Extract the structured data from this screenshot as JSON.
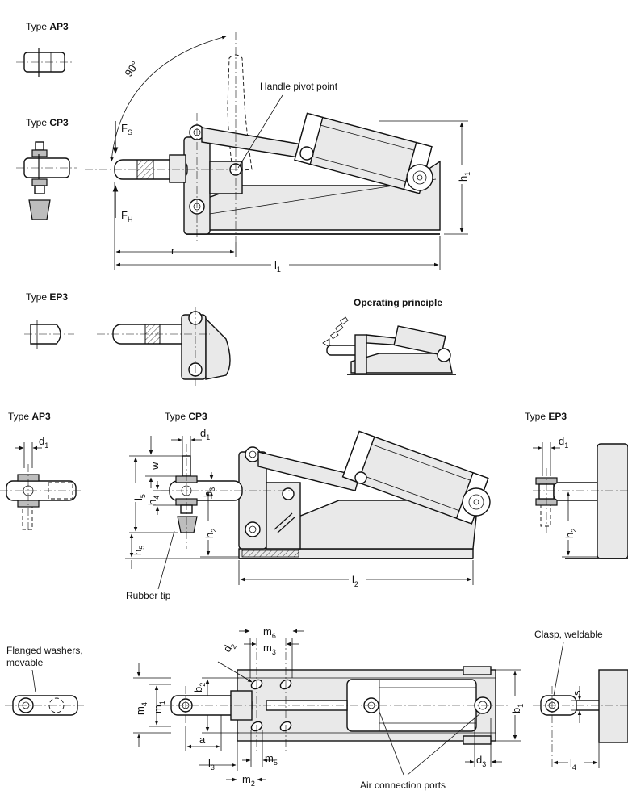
{
  "labels": {
    "type_ap3_top": {
      "prefix": "Type ",
      "code": "AP3"
    },
    "type_cp3_top": {
      "prefix": "Type ",
      "code": "CP3"
    },
    "type_ep3_top": {
      "prefix": "Type ",
      "code": "EP3"
    },
    "type_ap3_mid": {
      "prefix": "Type ",
      "code": "AP3"
    },
    "type_cp3_mid": {
      "prefix": "Type ",
      "code": "CP3"
    },
    "type_ep3_mid": {
      "prefix": "Type ",
      "code": "EP3"
    },
    "handle_pivot_point": "Handle pivot point",
    "operating_principle": "Operating principle",
    "angle": "90°",
    "rubber_tip": "Rubber tip",
    "flanged_washers_line1": "Flanged washers,",
    "flanged_washers_line2": "movable",
    "clasp_weldable": "Clasp, weldable",
    "air_connection_ports": "Air connection ports"
  },
  "dimensions": {
    "fs": {
      "main": "F",
      "sub": "S"
    },
    "fh": {
      "main": "F",
      "sub": "H"
    },
    "r": {
      "main": "r",
      "sub": ""
    },
    "l1": {
      "main": "l",
      "sub": "1"
    },
    "h1": {
      "main": "h",
      "sub": "1"
    },
    "d1_ap3": {
      "main": "d",
      "sub": "1"
    },
    "d1_cp3": {
      "main": "d",
      "sub": "1"
    },
    "d1_ep3": {
      "main": "d",
      "sub": "1"
    },
    "w": {
      "main": "w",
      "sub": ""
    },
    "l5": {
      "main": "l",
      "sub": "5"
    },
    "h4": {
      "main": "h",
      "sub": "4"
    },
    "h3": {
      "main": "h",
      "sub": "3"
    },
    "h2": {
      "main": "h",
      "sub": "2"
    },
    "h2_ep3": {
      "main": "h",
      "sub": "2"
    },
    "h5": {
      "main": "h",
      "sub": "5"
    },
    "l2": {
      "main": "l",
      "sub": "2"
    },
    "m6": {
      "main": "m",
      "sub": "6"
    },
    "m3": {
      "main": "m",
      "sub": "3"
    },
    "d2": {
      "main": "d",
      "sub": "2"
    },
    "b2": {
      "main": "b",
      "sub": "2"
    },
    "m4": {
      "main": "m",
      "sub": "4"
    },
    "m1": {
      "main": "m",
      "sub": "1"
    },
    "a": {
      "main": "a",
      "sub": ""
    },
    "l3": {
      "main": "l",
      "sub": "3"
    },
    "m5": {
      "main": "m",
      "sub": "5"
    },
    "m2": {
      "main": "m",
      "sub": "2"
    },
    "b1": {
      "main": "b",
      "sub": "1"
    },
    "d3": {
      "main": "d",
      "sub": "3"
    },
    "s": {
      "main": "s",
      "sub": ""
    },
    "l4": {
      "main": "l",
      "sub": "4"
    }
  }
}
